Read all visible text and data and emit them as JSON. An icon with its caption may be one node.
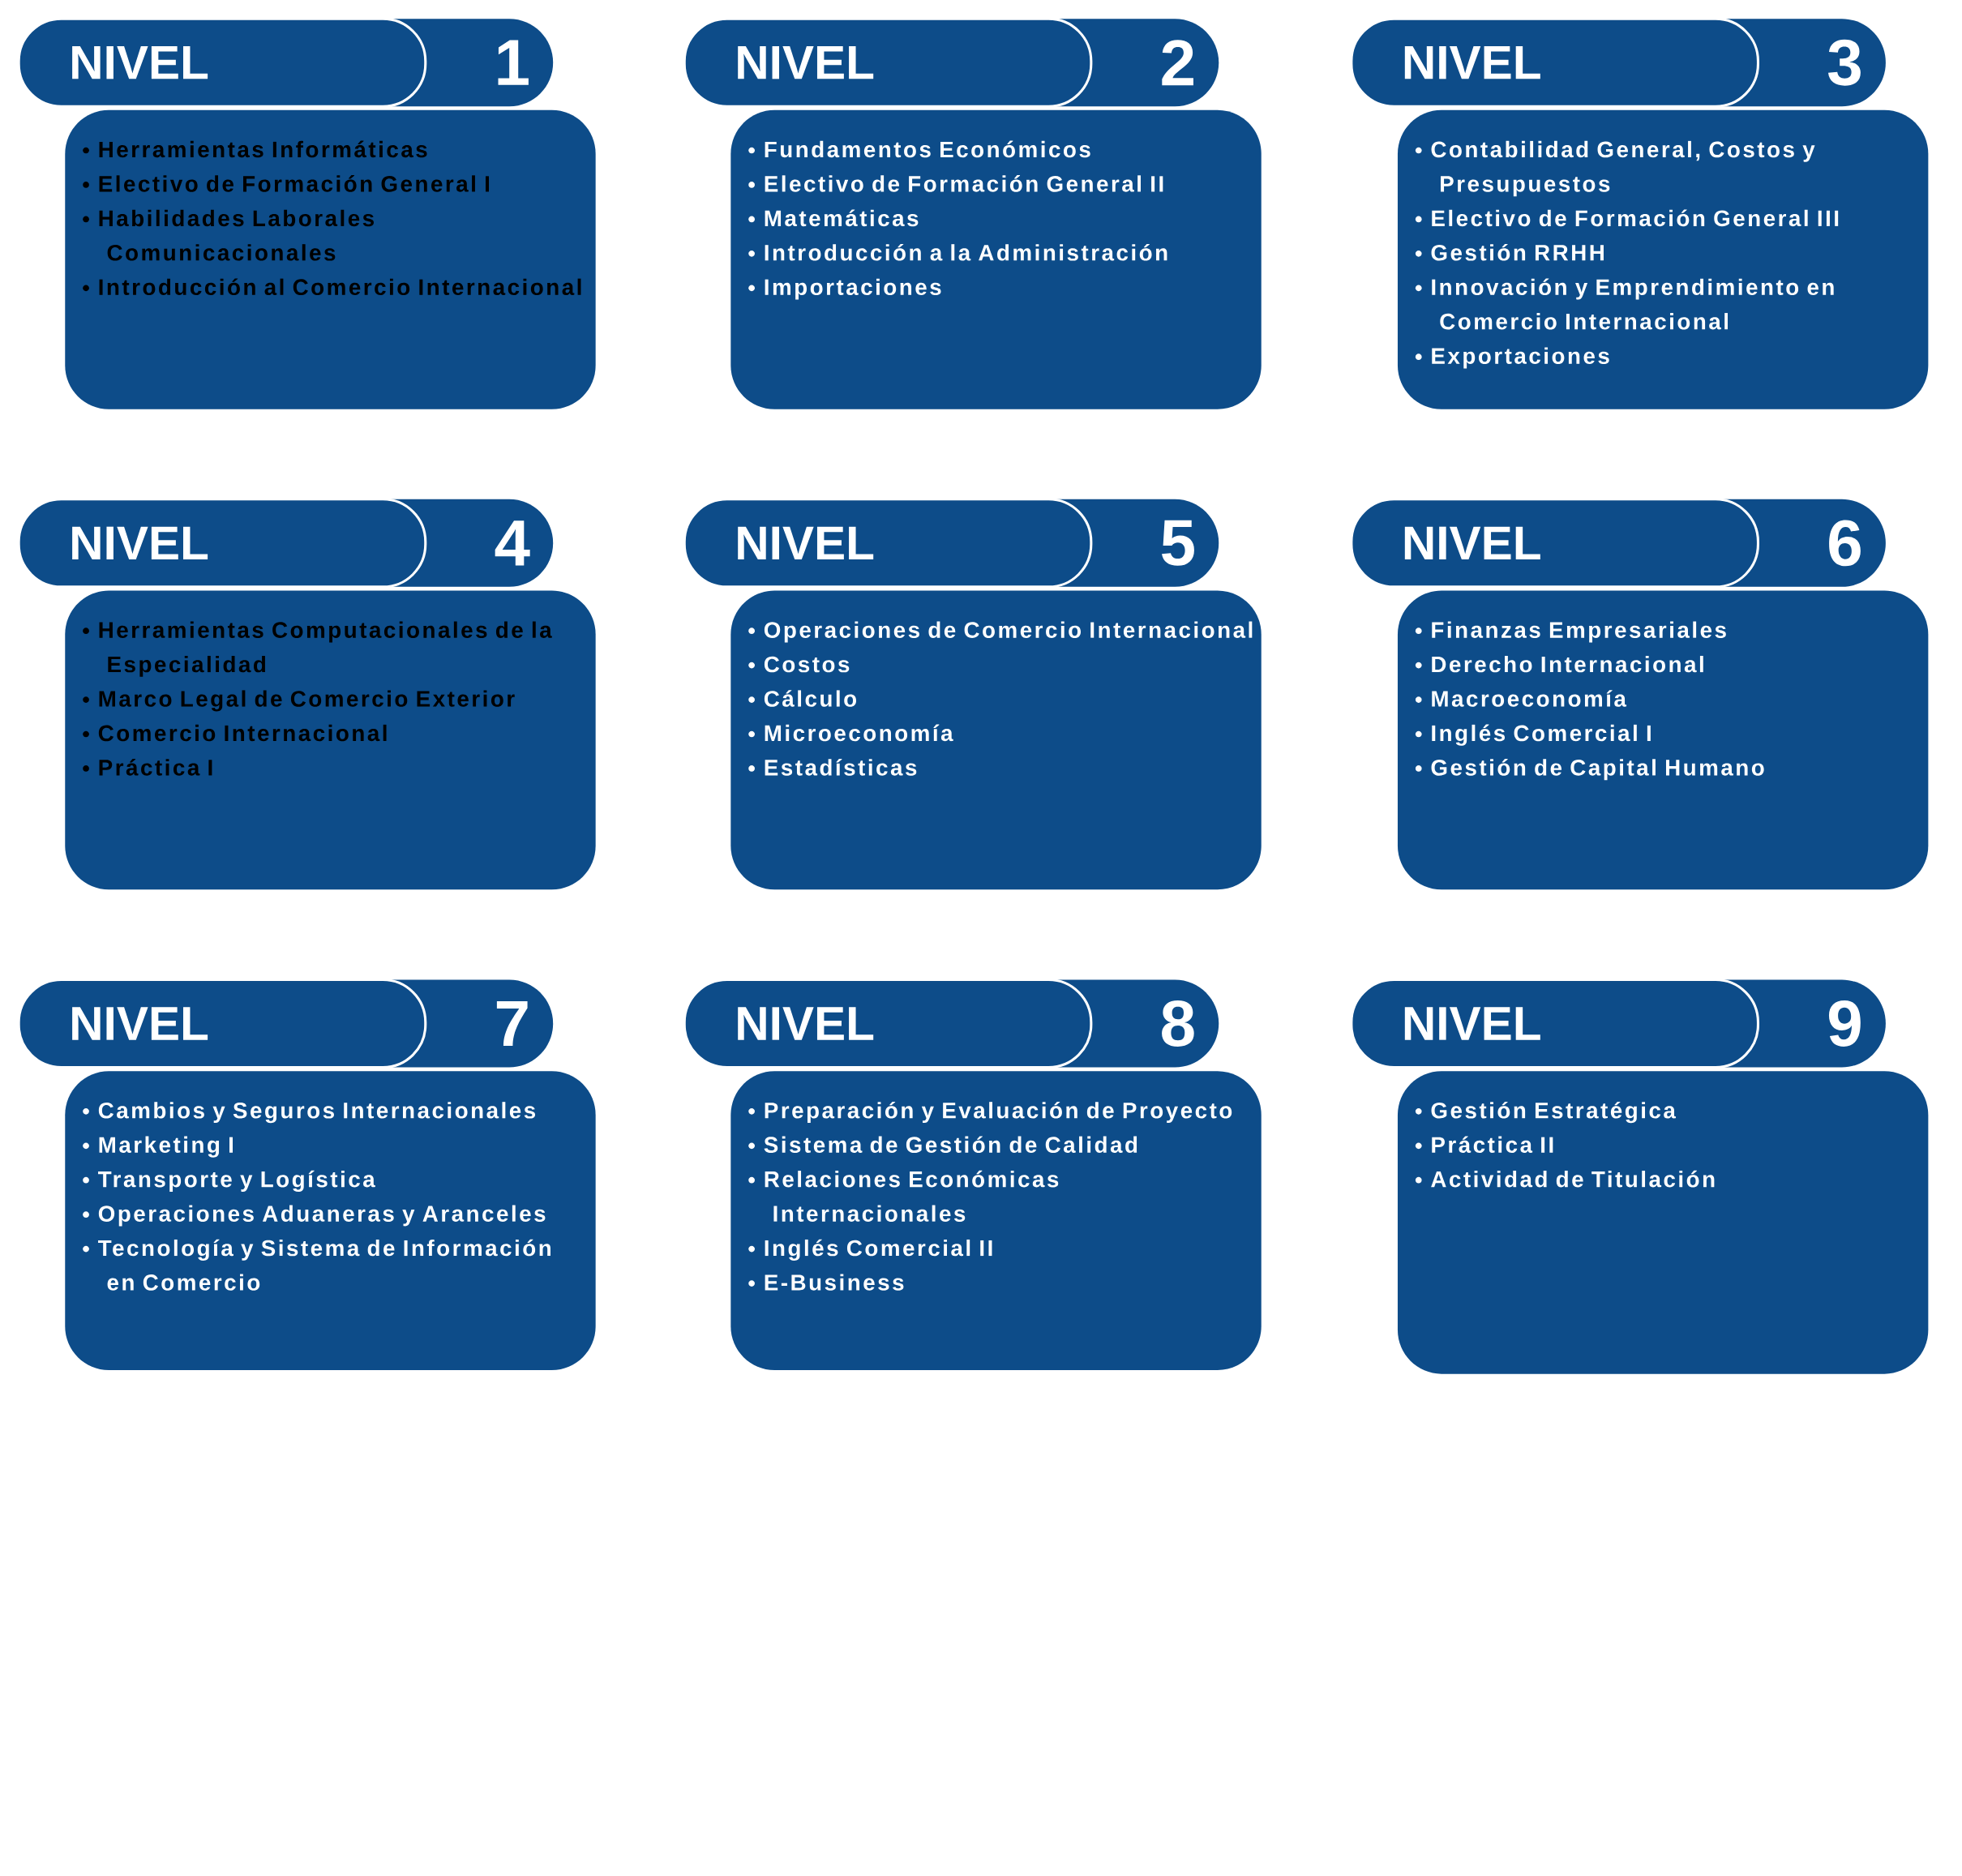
{
  "diagram": {
    "nodes": [
      {
        "text": [
          "NIVEL",
          "1"
        ]
      },
      {
        "text": [
          "Herramientas Informáticas",
          "Electivo de Formación General I",
          "Habilidades Laborales Comunicacionales",
          "Introducción al Comercio Internacional"
        ]
      },
      {
        "text": [
          "NIVEL",
          "2"
        ]
      },
      {
        "text": [
          "Fundamentos Económicos",
          "Electivo de Formación General II",
          "Matemáticas",
          "Introducción a la Administración",
          "Importaciones"
        ]
      },
      {
        "text": [
          "NIVEL",
          "3"
        ]
      },
      {
        "text": [
          "Contabilidad General, Costos y Presupuestos",
          "Electivo de Formación General III",
          "Gestión RRHH",
          "Innovación y Emprendimiento en Comercio Internacional",
          "Exportaciones"
        ]
      },
      {
        "text": [
          "NIVEL",
          "4"
        ]
      },
      {
        "text": [
          "Herramientas Computacionales de la Especialidad",
          "Marco Legal de Comercio Exterior",
          "Comercio Internacional",
          "Práctica I"
        ]
      },
      {
        "text": [
          "NIVEL",
          "5"
        ]
      },
      {
        "text": [
          "Operaciones de Comercio Internacional",
          "Costos",
          "Cálculo",
          "Microeconomía",
          "Estadísticas"
        ]
      },
      {
        "text": [
          "NIVEL",
          "6"
        ]
      },
      {
        "text": [
          "Finanzas Empresariales",
          "Derecho Internacional",
          "Macroeconomía",
          "Inglés Comercial I",
          "Gestión de Capital Humano"
        ]
      },
      {
        "text": [
          "NIVEL",
          "7"
        ]
      },
      {
        "text": [
          "Cambios y Seguros Internacionales",
          "Marketing I",
          "Transporte y Logística",
          "Operaciones Aduaneras y Aranceles",
          "Tecnología y Sistema de Información en Comercio"
        ]
      },
      {
        "text": [
          "NIVEL",
          "8"
        ]
      },
      {
        "text": [
          "Preparación y Evaluación de Proyecto",
          "Sistema de Gestión de Calidad",
          "Relaciones Económicas Internacionales",
          "Inglés Comercial II",
          "E-Business"
        ]
      },
      {
        "text": [
          "NIVEL",
          "9"
        ]
      },
      {
        "text": [
          "Gestión Estratégica",
          "Práctica II",
          "Actividad de Titulación"
        ]
      }
    ]
  }
}
